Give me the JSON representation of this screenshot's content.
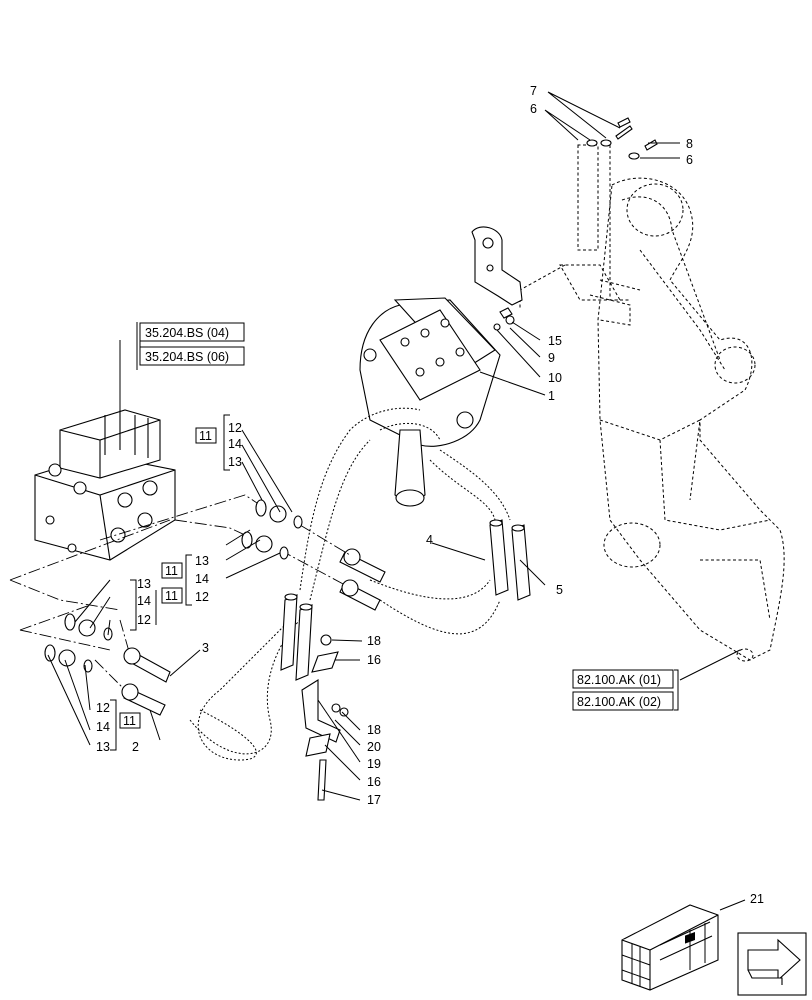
{
  "callouts": {
    "c1": "1",
    "c2": "2",
    "c3": "3",
    "c4": "4",
    "c5": "5",
    "c6a": "6",
    "c6b": "6",
    "c7": "7",
    "c8": "8",
    "c9": "9",
    "c10": "10",
    "c11a": "11",
    "c11b": "11",
    "c11c": "11",
    "c11d": "11",
    "c12a": "12",
    "c12b": "12",
    "c12c": "12",
    "c12d": "12",
    "c13a": "13",
    "c13b": "13",
    "c13c": "13",
    "c13d": "13",
    "c14a": "14",
    "c14b": "14",
    "c14c": "14",
    "c14d": "14",
    "c15": "15",
    "c16a": "16",
    "c16b": "16",
    "c17": "17",
    "c18a": "18",
    "c18b": "18",
    "c19": "19",
    "c20": "20",
    "c21": "21"
  },
  "references": {
    "ref_valve_1": "35.204.BS (04)",
    "ref_valve_2": "35.204.BS (06)",
    "ref_frame_1": "82.100.AK (01)",
    "ref_frame_2": "82.100.AK (02)"
  },
  "icons": {
    "kit_box": "crate-icon",
    "next_page": "arrow-right-icon"
  },
  "colors": {
    "line": "#000000",
    "background": "#ffffff"
  }
}
